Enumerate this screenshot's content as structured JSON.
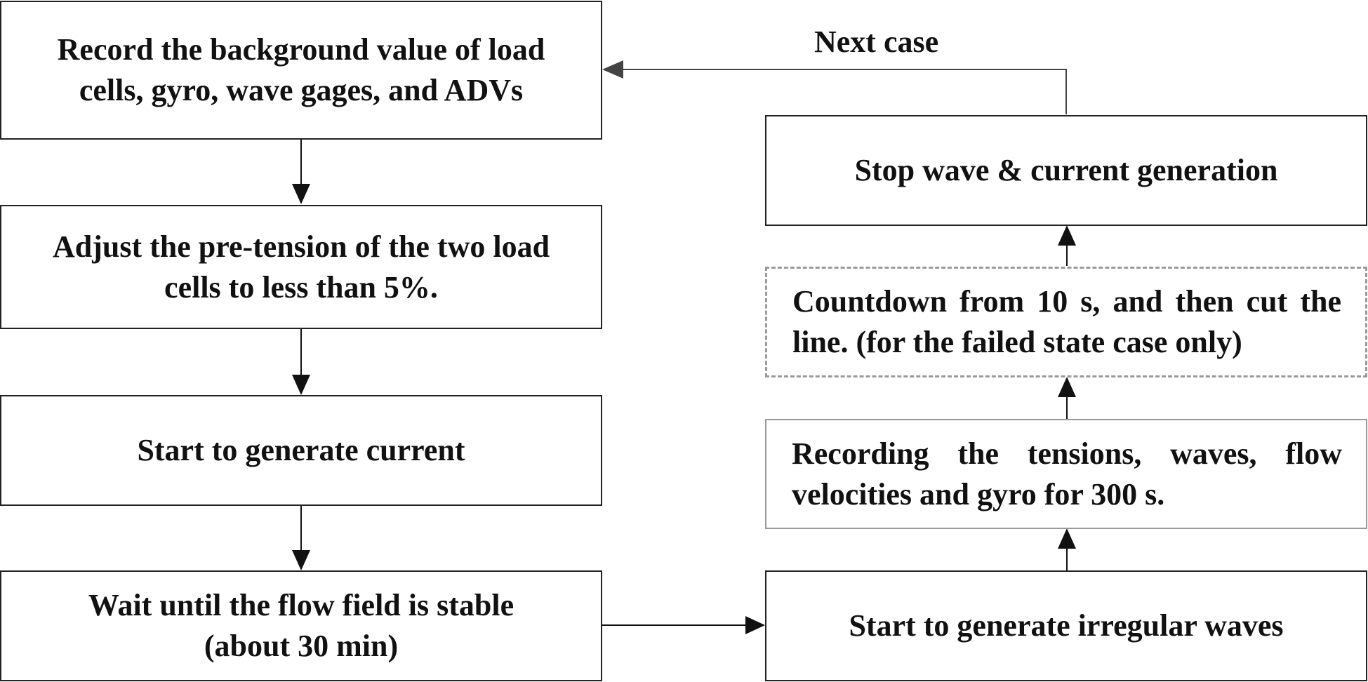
{
  "steps": {
    "record_background": "Record the background value of load cells, gyro, wave gages, and ADVs",
    "adjust_pretension": "Adjust the pre-tension of the two load cells to less than 5%.",
    "start_current": "Start to generate current",
    "wait_flow": "Wait until the flow field is stable (about 30 min)",
    "start_irregular_waves": "Start to generate irregular waves",
    "recording": "Recording the tensions, waves, flow velocities and gyro for 300 s.",
    "countdown": "Countdown from 10 s, and then cut the line. (for the failed state case only)",
    "stop_generation": "Stop wave & current generation"
  },
  "edges": {
    "next_case": "Next case"
  },
  "colors": {
    "box_border": "#222222",
    "light_border": "#9a9a9a",
    "arrow": "#111111",
    "feedback_arrow": "#444444"
  }
}
